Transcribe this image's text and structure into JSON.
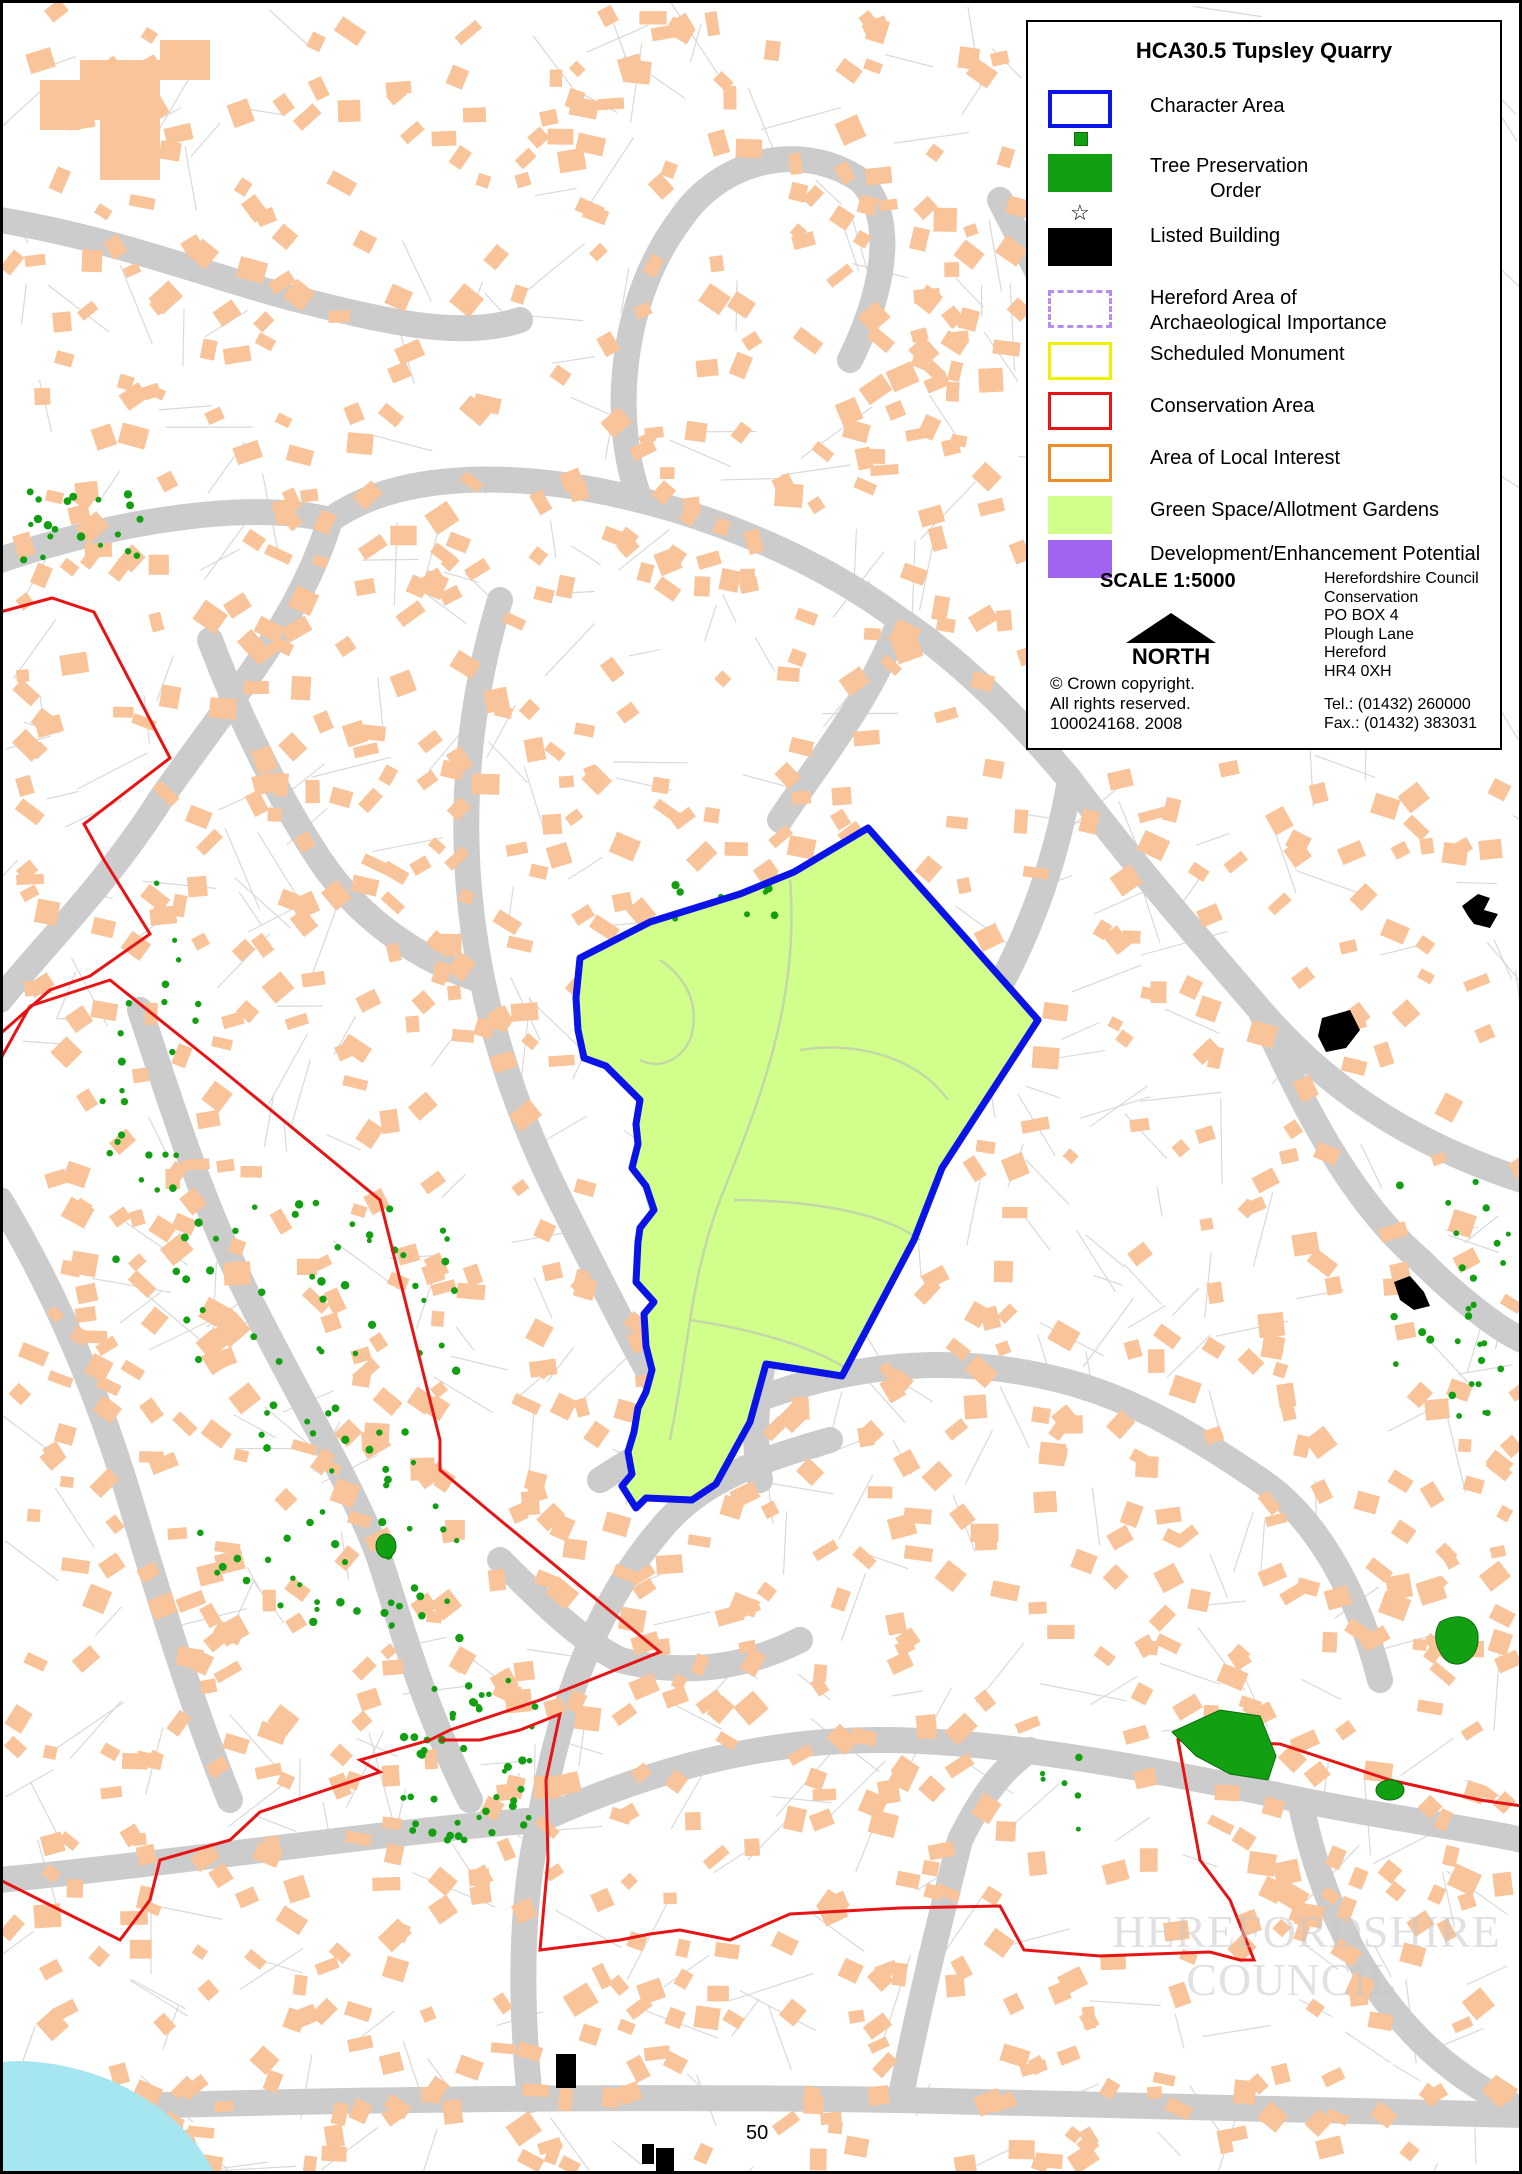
{
  "legend": {
    "title": "HCA30.5 Tupsley Quarry",
    "items": [
      {
        "label": "Character Area"
      },
      {
        "label_line1": "Tree Preservation",
        "label_line2": "Order"
      },
      {
        "label": "Listed Building"
      },
      {
        "label_line1": "Hereford Area of",
        "label_line2": "Archaeological Importance"
      },
      {
        "label": "Scheduled Monument"
      },
      {
        "label": "Conservation Area"
      },
      {
        "label": "Area of Local Interest"
      },
      {
        "label": "Green Space/Allotment Gardens"
      },
      {
        "label": "Development/Enhancement Potential"
      }
    ],
    "scale": "SCALE 1:5000",
    "north": "NORTH",
    "copyright": [
      "© Crown copyright.",
      "All rights reserved.",
      "100024168. 2008"
    ],
    "address": [
      "Herefordshire Council",
      "Conservation",
      "PO BOX 4",
      "Plough Lane",
      "Hereford",
      "HR4 0XH"
    ],
    "tel": "Tel.: (01432) 260000",
    "fax": "Fax.: (01432) 383031"
  },
  "colors": {
    "character_area": "#0a14e6",
    "tpo": "#12a012",
    "listed_building": "#000000",
    "archaeological": "#b98cf0",
    "scheduled_monument": "#f0f000",
    "conservation_area": "#e61414",
    "local_interest": "#f08c28",
    "green_space": "#d2ff8c",
    "development": "#a064f0",
    "building": "#f9c49a",
    "road": "#cccccc",
    "water": "#a6e6f0"
  },
  "page_number": "50",
  "watermark": [
    "HEREFORDSHIRE",
    "COUNCIL"
  ]
}
